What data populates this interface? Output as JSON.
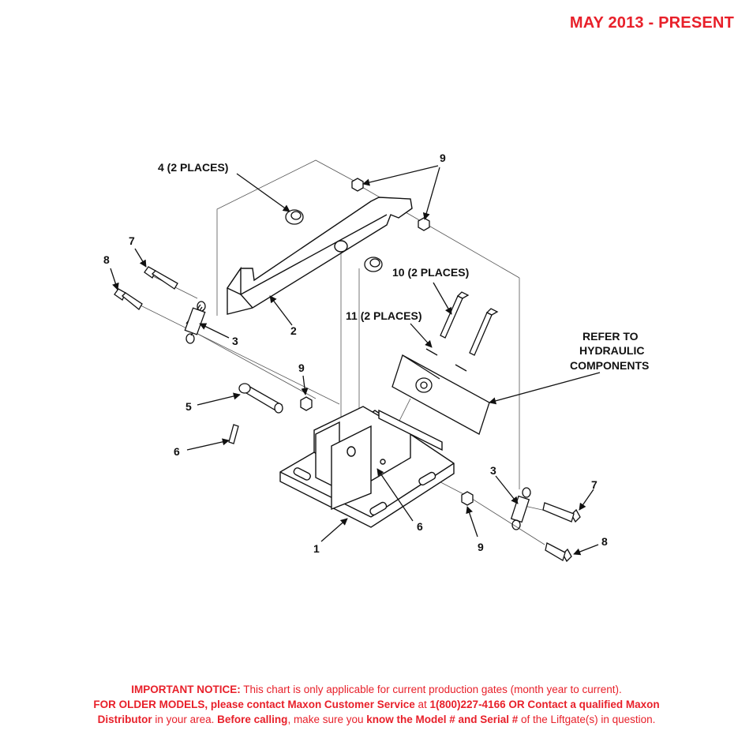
{
  "header": {
    "date_range": "MAY 2013 - PRESENT"
  },
  "callouts": {
    "c4": "4 (2 PLACES)",
    "c9a": "9",
    "c7a": "7",
    "c8a": "8",
    "c3a": "3",
    "c2": "2",
    "c10": "10 (2 PLACES)",
    "c11": "11 (2 PLACES)",
    "refer1": "REFER TO",
    "refer2": "HYDRAULIC",
    "refer3": "COMPONENTS",
    "c9b": "9",
    "c5": "5",
    "c6a": "6",
    "c3b": "3",
    "c7b": "7",
    "c6b": "6",
    "c1": "1",
    "c9c": "9",
    "c8b": "8"
  },
  "notice": {
    "l1_bold": "IMPORTANT NOTICE:",
    "l1_text": " This chart is only applicable for current production gates (month year to current).",
    "l2_bold": "FOR OLDER MODELS, please contact Maxon Customer Service",
    "l2_at": " at ",
    "l2_bold2": "1(800)227-4166 OR Contact a qualified Maxon",
    "l3_bold": "Distributor",
    "l3_text": " in your area. ",
    "l3_bold2": "Before calling",
    "l3_text2": ", make sure you ",
    "l3_bold3": "know the Model # and Serial #",
    "l3_text3": " of the Liftgate(s) in question."
  },
  "colors": {
    "accent_red": "#e8202a",
    "line": "#111111",
    "part_fill": "#ffffff"
  }
}
